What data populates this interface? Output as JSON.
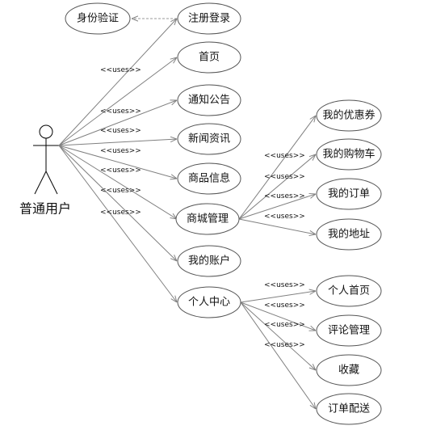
{
  "actor": {
    "name": "普通用户"
  },
  "stereotype": "<<uses>>",
  "usecases": {
    "identity": "身份验证",
    "register_login": "注册登录",
    "home": "首页",
    "notice": "通知公告",
    "news": "新闻资讯",
    "product_info": "商品信息",
    "mall_admin": "商城管理",
    "my_account": "我的账户",
    "personal_center": "个人中心",
    "my_coupons": "我的优惠券",
    "my_cart": "我的购物车",
    "my_orders": "我的订单",
    "my_address": "我的地址",
    "personal_home": "个人首页",
    "review_admin": "评论管理",
    "favorites": "收藏",
    "order_delivery": "订单配送"
  }
}
